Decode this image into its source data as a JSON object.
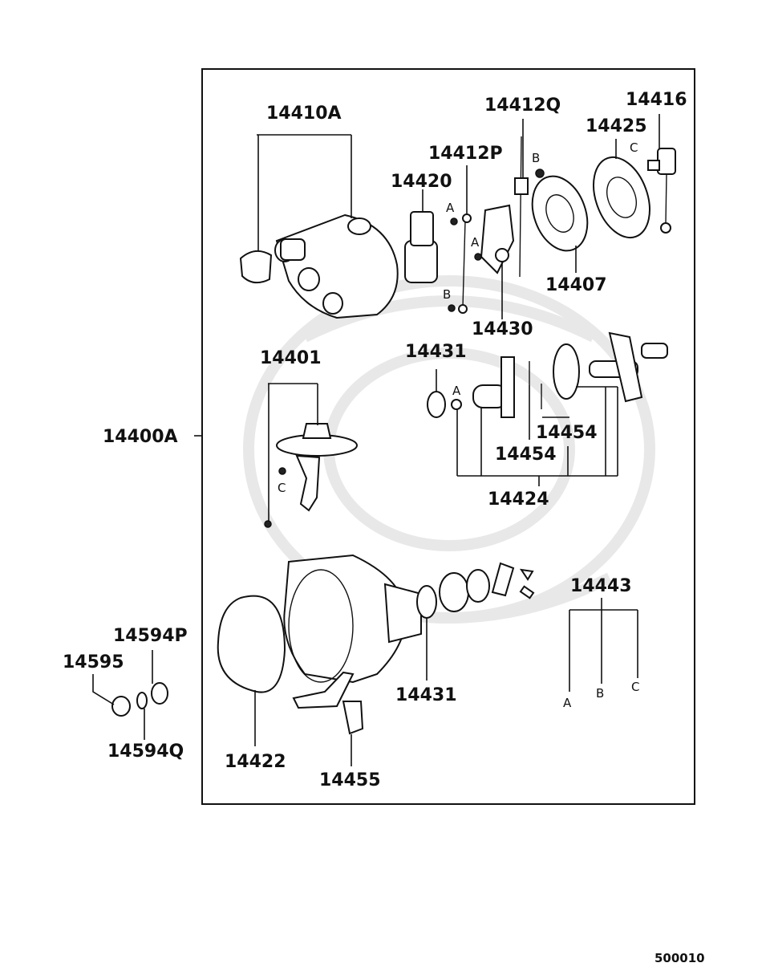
{
  "labels": {
    "cap": "14410A",
    "rotor": "14420",
    "lead_p": "14412P",
    "lead_q": "14412Q",
    "condenser": "14416",
    "breaker_plate": "14425",
    "pickup": "14407",
    "advance_plate": "14430",
    "vacuum_unit": "14401",
    "assembly": "14400A",
    "oring_top": "14431",
    "spring_a": "14454",
    "spring_b": "14454",
    "governor": "14424",
    "screw_set": "14443",
    "housing_clamp": "14422",
    "oring_bottom": "14431",
    "terminal": "14455",
    "washer_p": "14594P",
    "nut": "14595",
    "washer_q": "14594Q",
    "ref_code": "500010"
  },
  "letters": {
    "a": "A",
    "b": "B",
    "c": "C"
  }
}
